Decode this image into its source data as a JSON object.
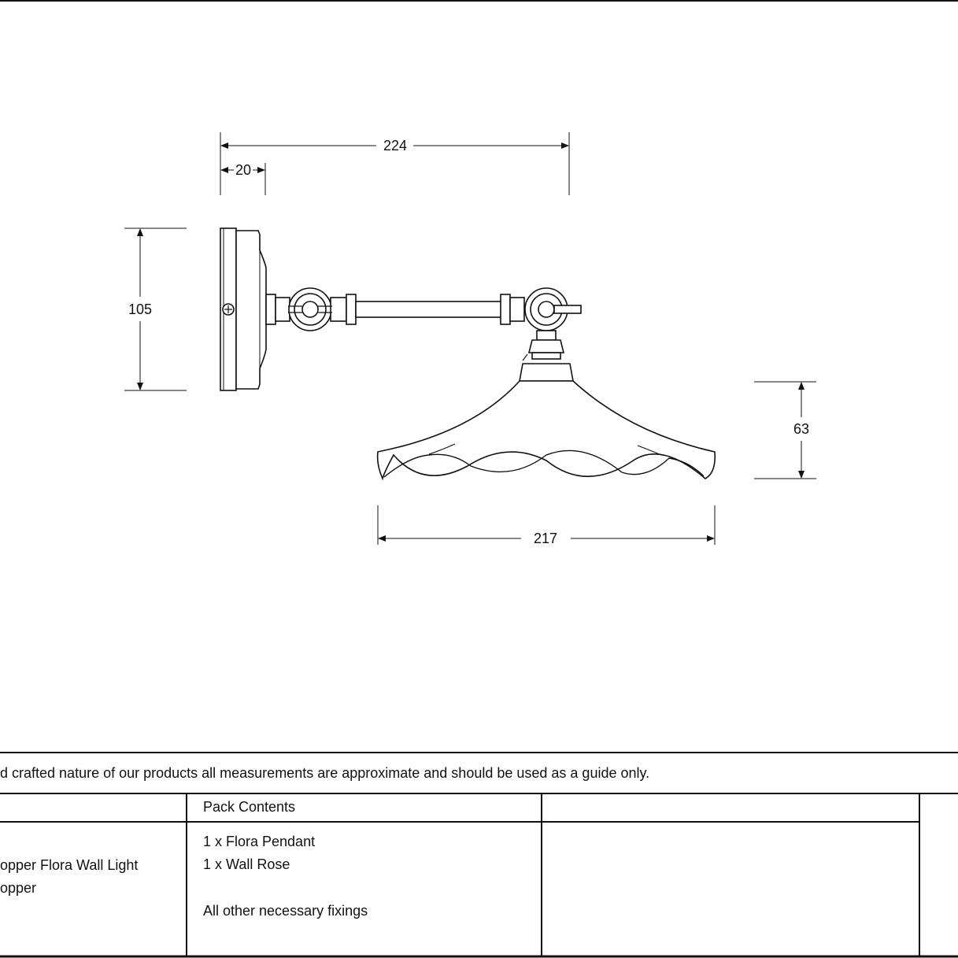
{
  "dimensions": {
    "overall_projection": "224",
    "backplate_depth": "20",
    "backplate_height": "105",
    "shade_height": "63",
    "shade_width": "217"
  },
  "disclaimer": "d crafted nature of our products all measurements are approximate and should be used as a guide only.",
  "table": {
    "headers": [
      "",
      "Pack Contents",
      "",
      ""
    ],
    "product_lines": [
      "opper Flora Wall Light",
      "opper"
    ],
    "pack_contents": [
      "1 x Flora Pendant",
      "1 x Wall Rose",
      "All other necessary fixings"
    ]
  }
}
